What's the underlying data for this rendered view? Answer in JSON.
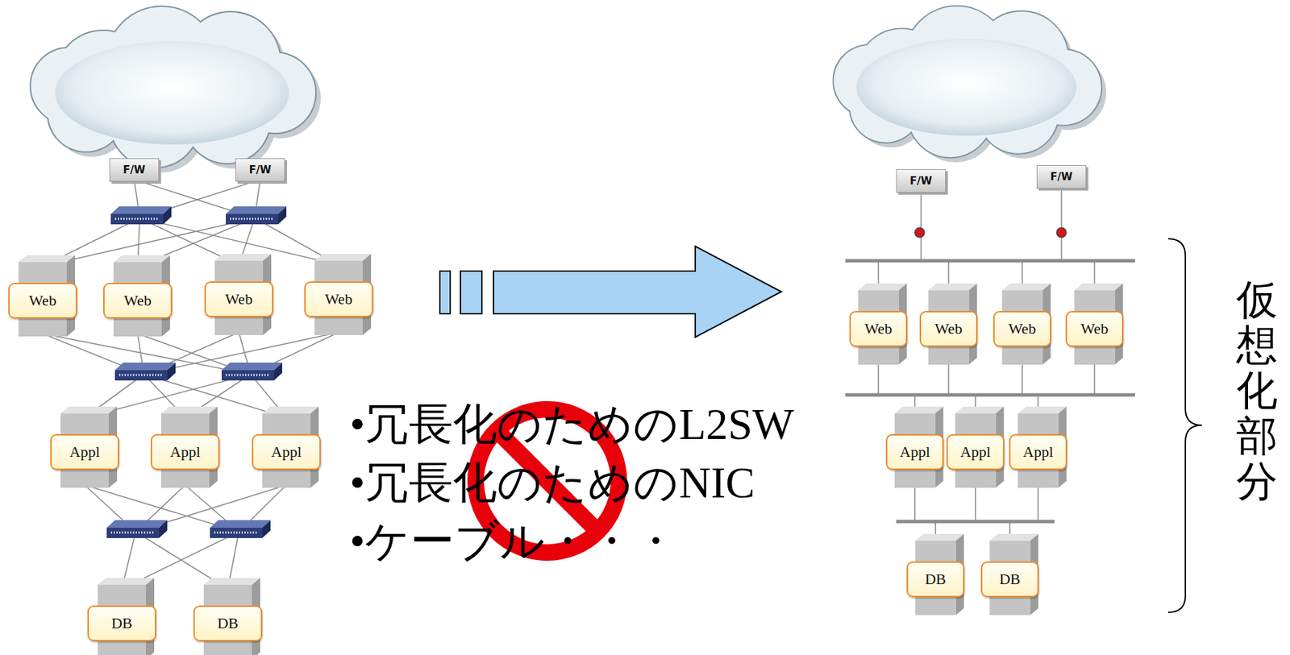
{
  "diagram": {
    "nodes": [
      {
        "text": [
          "F/W"
        ]
      },
      {
        "text": [
          "F/W"
        ]
      },
      {
        "text": [
          "Web"
        ]
      },
      {
        "text": [
          "Web"
        ]
      },
      {
        "text": [
          "Web"
        ]
      },
      {
        "text": [
          "Web"
        ]
      },
      {
        "text": [
          "Appl"
        ]
      },
      {
        "text": [
          "Appl"
        ]
      },
      {
        "text": [
          "Appl"
        ]
      },
      {
        "text": [
          "DB"
        ]
      },
      {
        "text": [
          "DB"
        ]
      },
      {
        "text": [
          "F/W"
        ]
      },
      {
        "text": [
          "F/W"
        ]
      },
      {
        "text": [
          "Web"
        ]
      },
      {
        "text": [
          "Web"
        ]
      },
      {
        "text": [
          "Web"
        ]
      },
      {
        "text": [
          "Web"
        ]
      },
      {
        "text": [
          "Appl"
        ]
      },
      {
        "text": [
          "Appl"
        ]
      },
      {
        "text": [
          "Appl"
        ]
      },
      {
        "text": [
          "DB"
        ]
      },
      {
        "text": [
          "DB"
        ]
      }
    ],
    "labels": [
      "•冗長化のためのL2SW",
      "•冗長化のためのNIC",
      "•ケーブル・・・",
      "仮想化部分"
    ]
  }
}
